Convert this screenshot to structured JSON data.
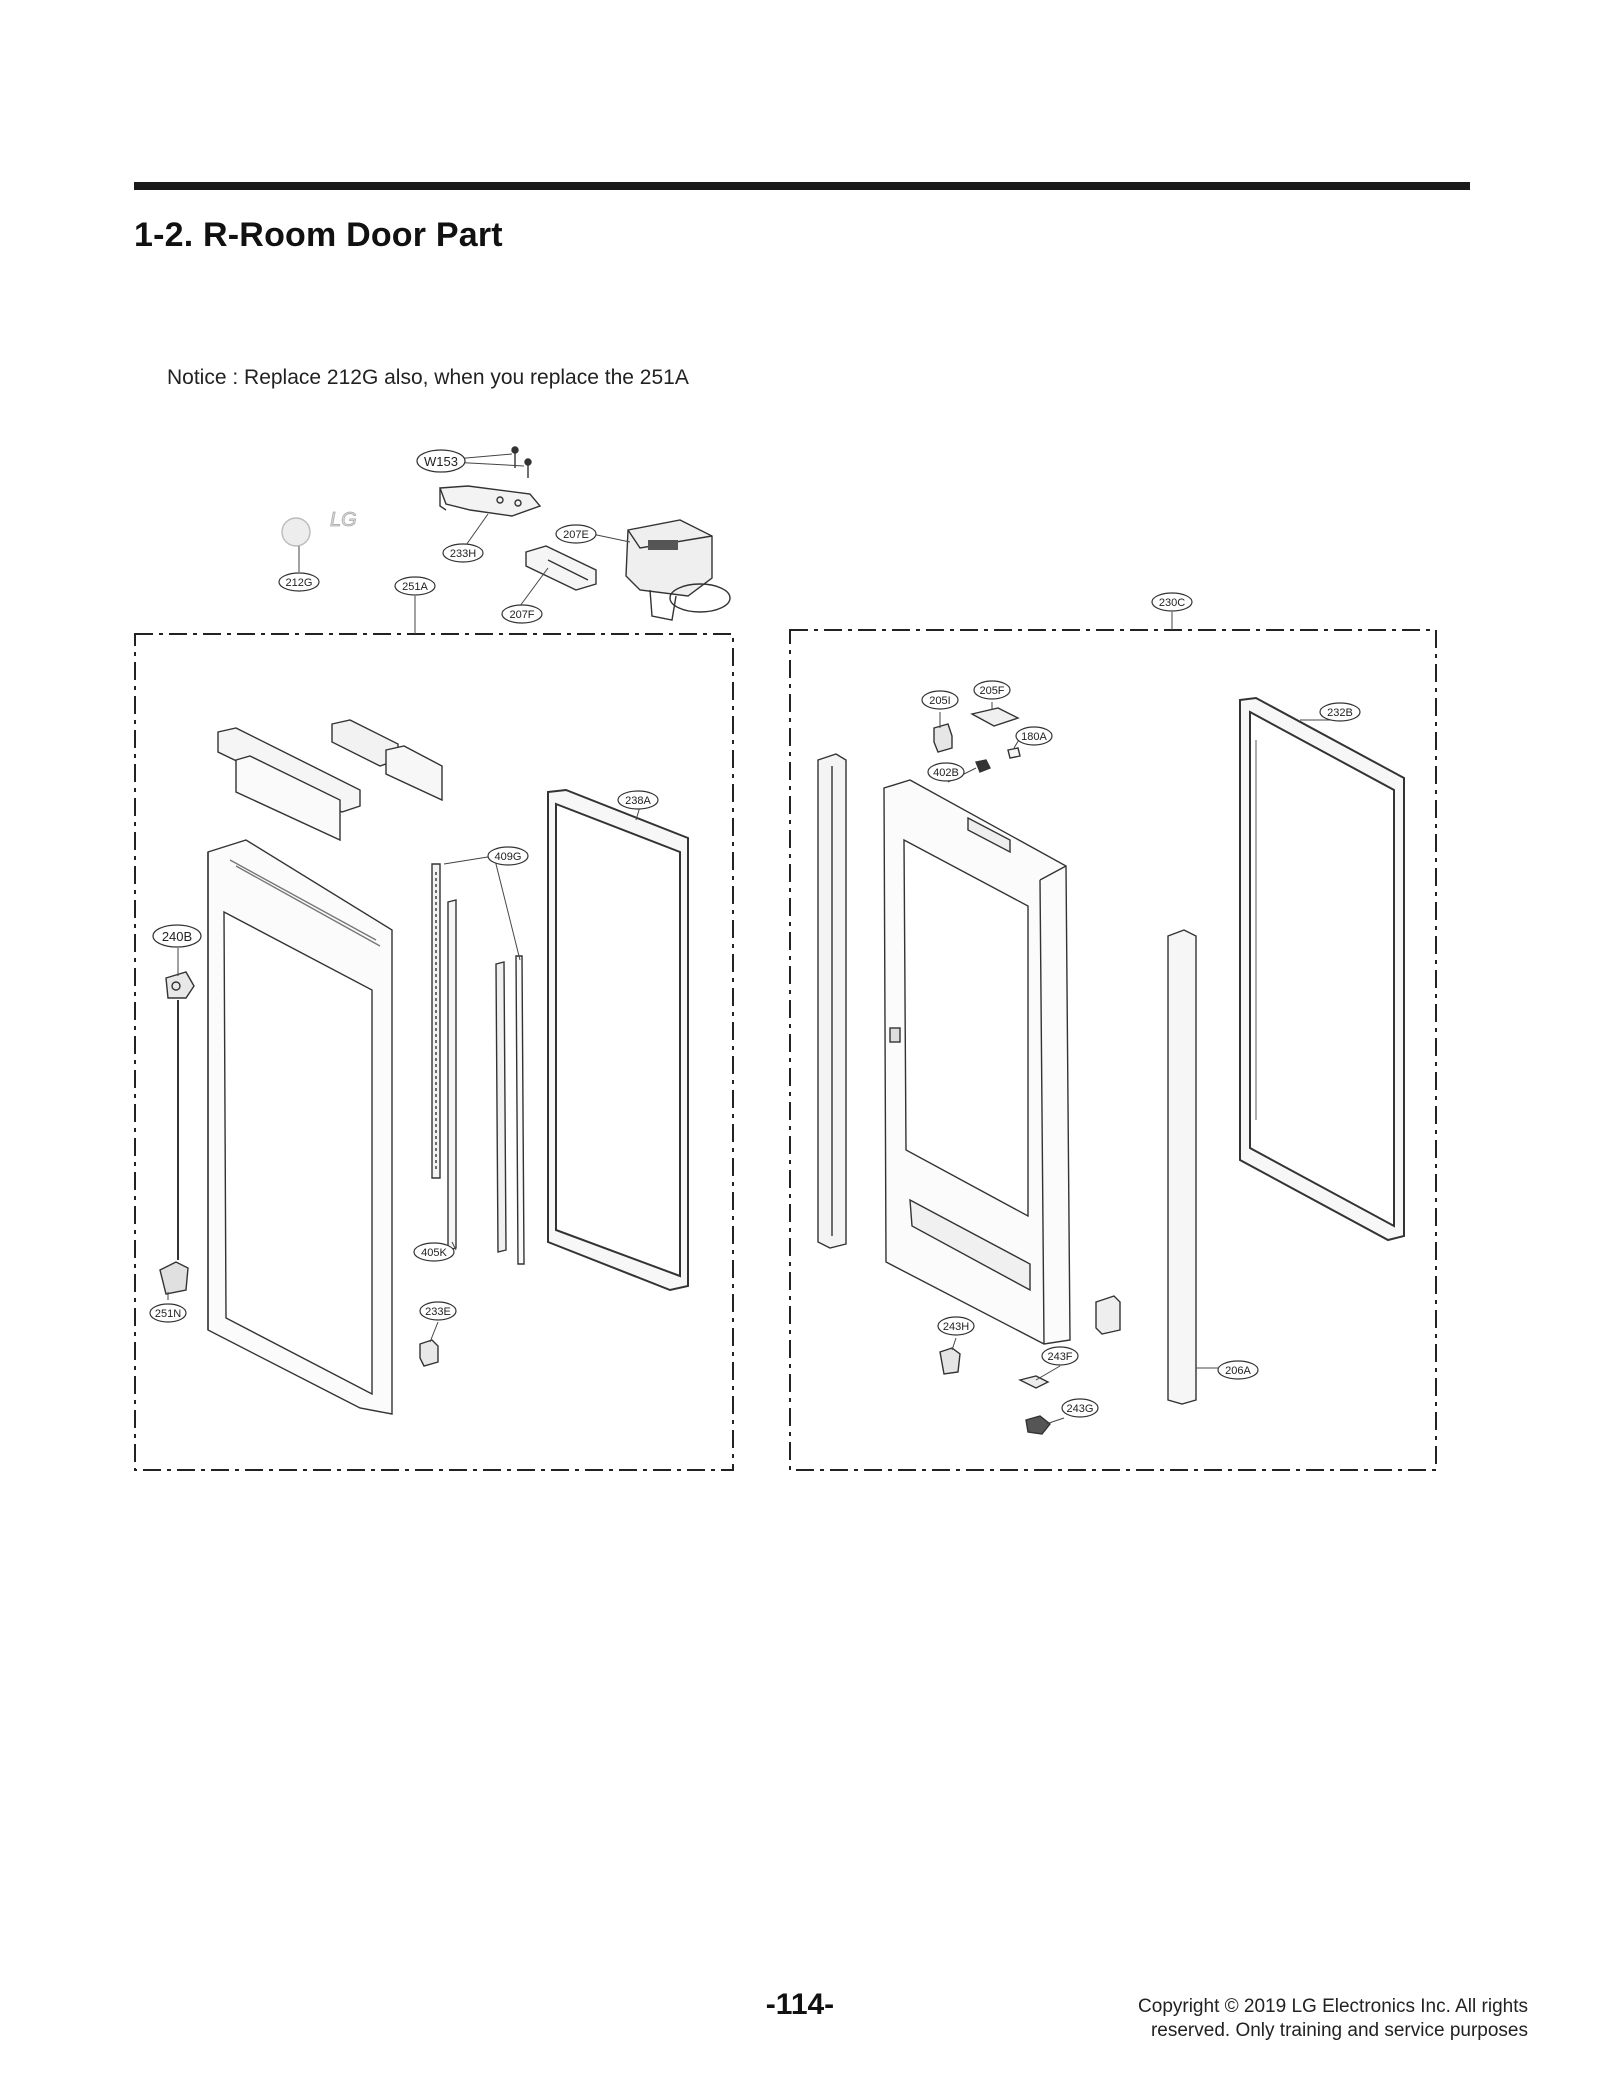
{
  "page": {
    "title": "1-2. R-Room Door Part",
    "notice": "Notice : Replace 212G also, when you replace the 251A",
    "page_number": "-114-",
    "copyright_line1": "Copyright © 2019 LG Electronics Inc. All rights",
    "copyright_line2": "reserved. Only training and service purposes"
  },
  "logo_text": "LG",
  "callouts": {
    "w153": "W153",
    "c233h": "233H",
    "c212g": "212G",
    "c251a": "251A",
    "c207e": "207E",
    "c207f": "207F",
    "c230c": "230C",
    "c238a": "238A",
    "c409g": "409G",
    "c240b": "240B",
    "c405k": "405K",
    "c251n": "251N",
    "c233e": "233E",
    "c205i": "205I",
    "c205f": "205F",
    "c180a": "180A",
    "c402b": "402B",
    "c232b": "232B",
    "c243h": "243H",
    "c243f": "243F",
    "c243g": "243G",
    "c206a": "206A"
  }
}
